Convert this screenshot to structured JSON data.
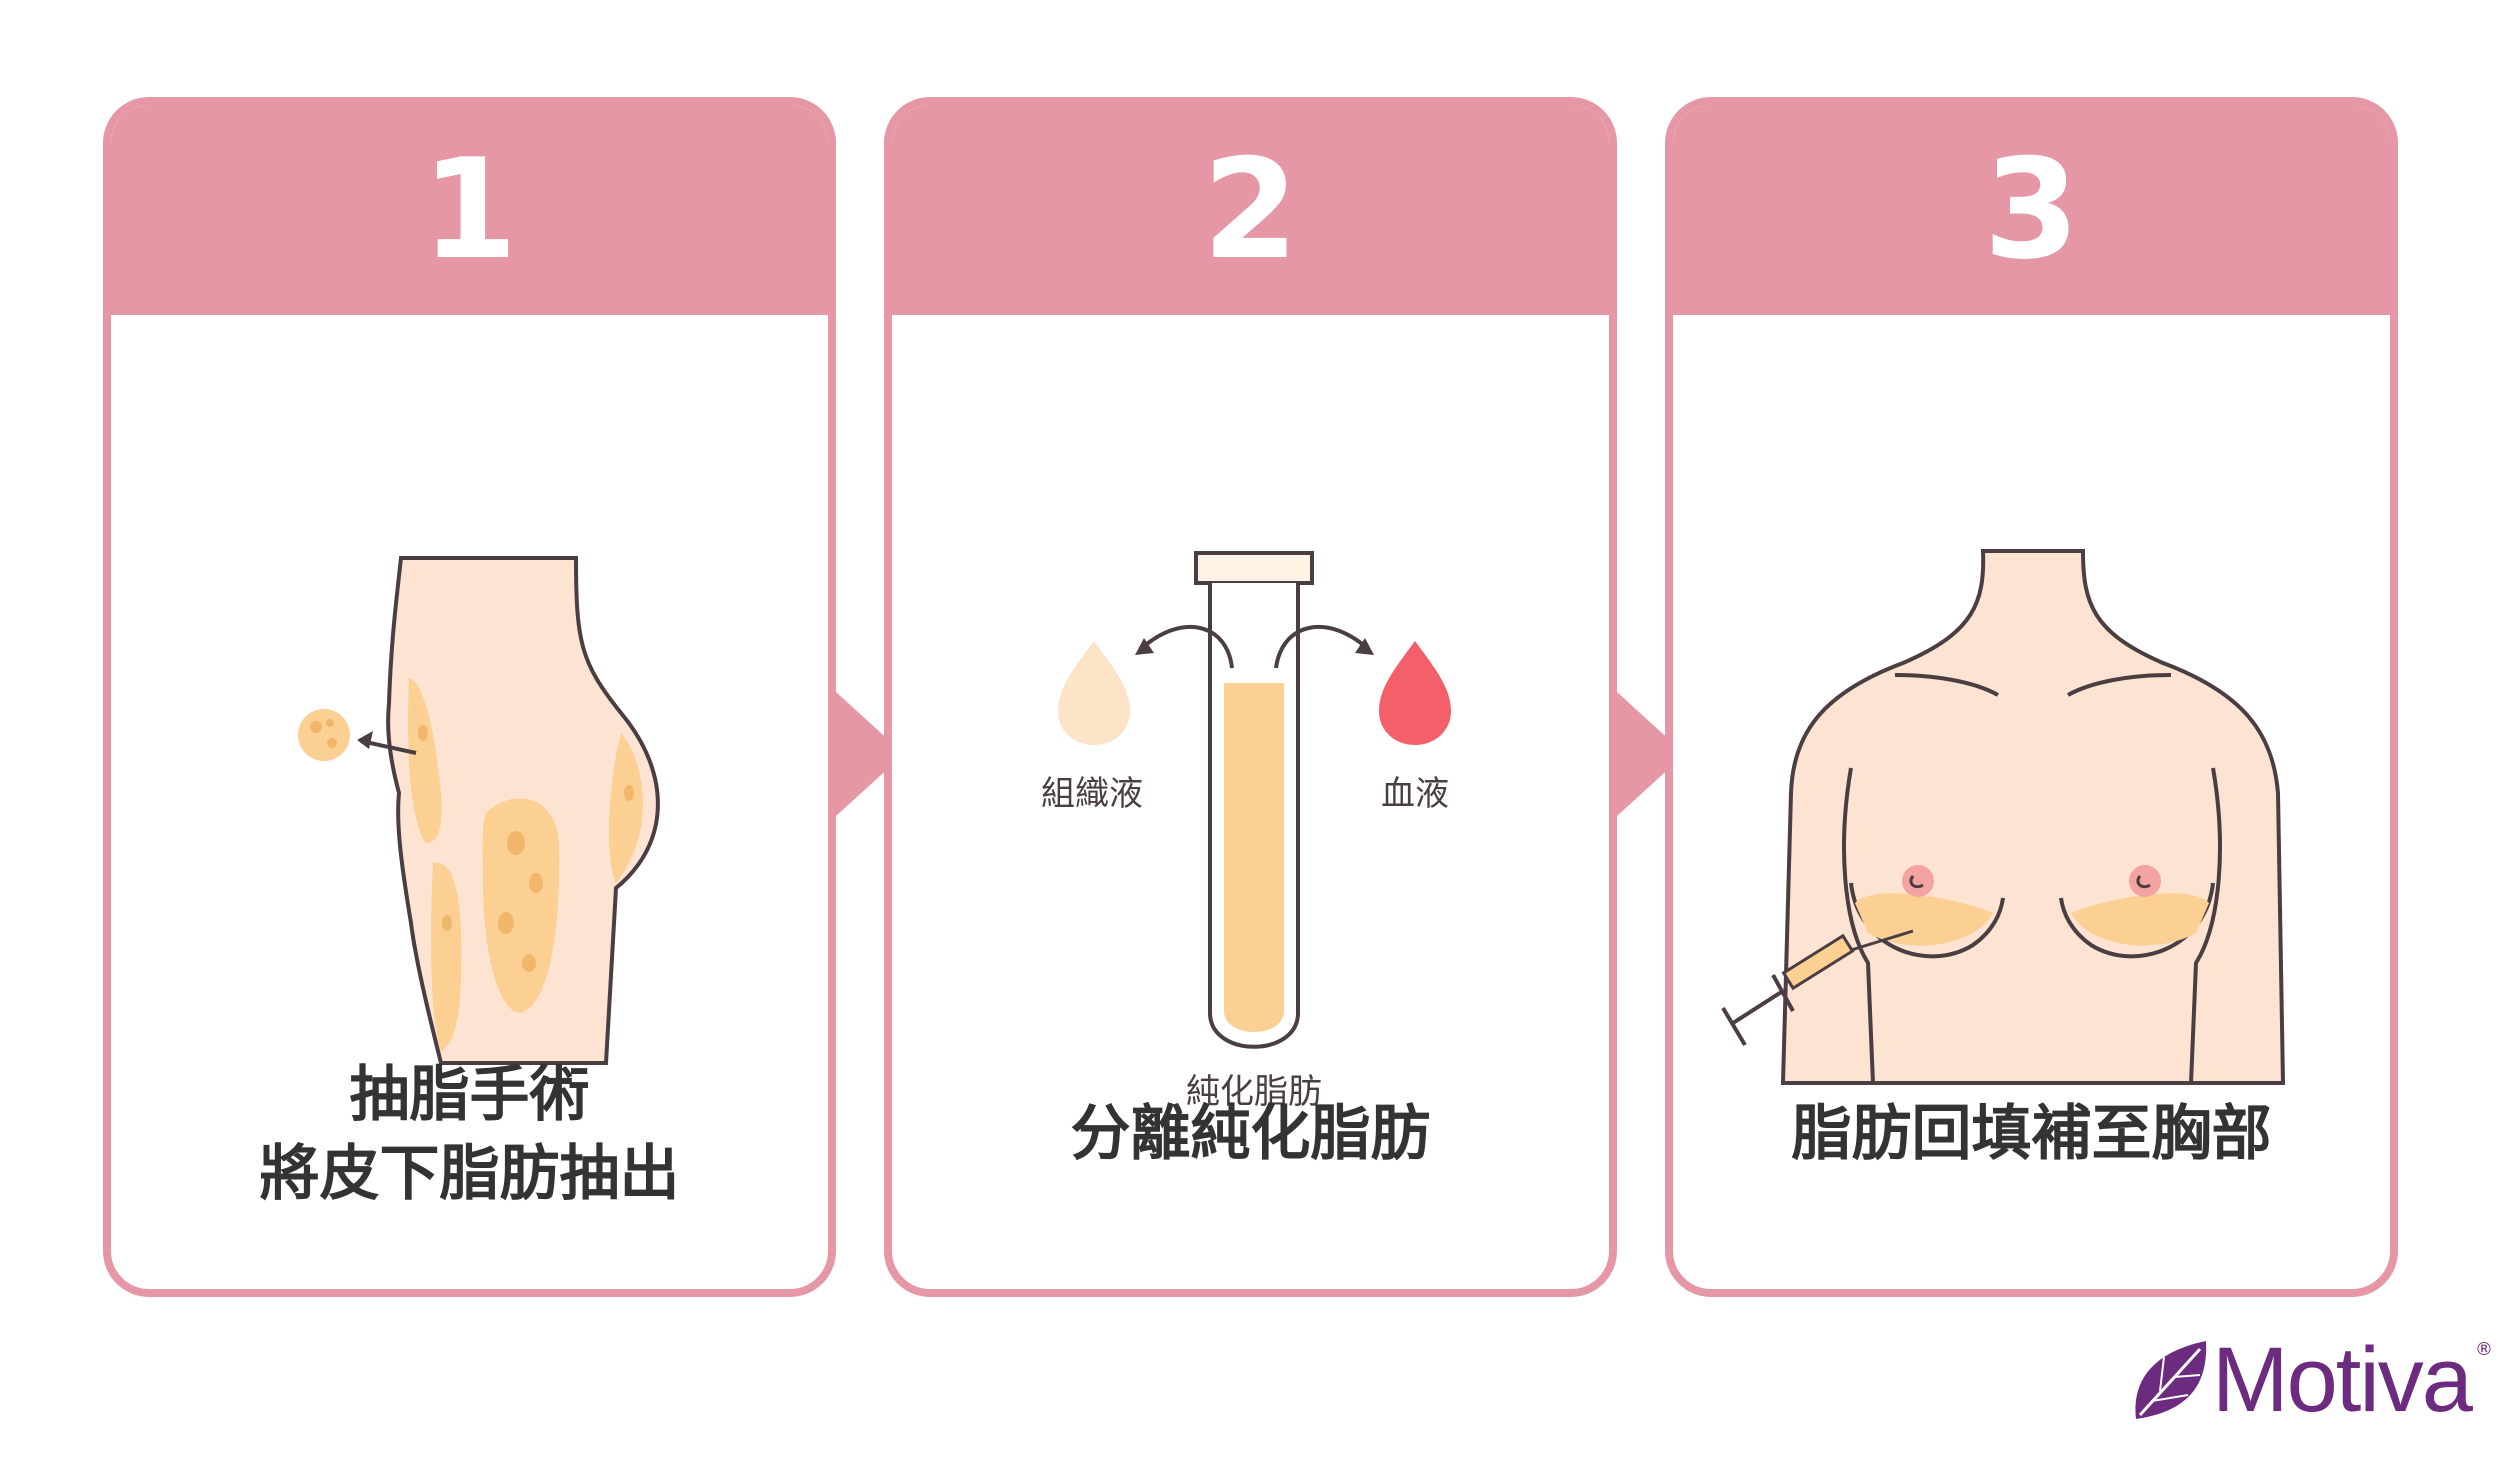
{
  "steps": [
    {
      "number": "1",
      "caption_lines": [
        "抽脂手術",
        "將皮下脂肪抽出"
      ]
    },
    {
      "number": "2",
      "caption_lines": [
        "分離純化脂肪"
      ]
    },
    {
      "number": "3",
      "caption_lines": [
        "脂肪回填補至胸部"
      ]
    }
  ],
  "tube_labels": {
    "left": "組織液",
    "right": "血液",
    "bottom": "純化脂肪"
  },
  "brand": {
    "name": "Motiva",
    "reg": "®"
  },
  "colors": {
    "accent_pink": "#e597a5",
    "skin": "#fde3d2",
    "fat": "#fccf93",
    "blood": "#f4606a",
    "outline": "#4a3e42",
    "brand_purple": "#6d2b7f"
  }
}
